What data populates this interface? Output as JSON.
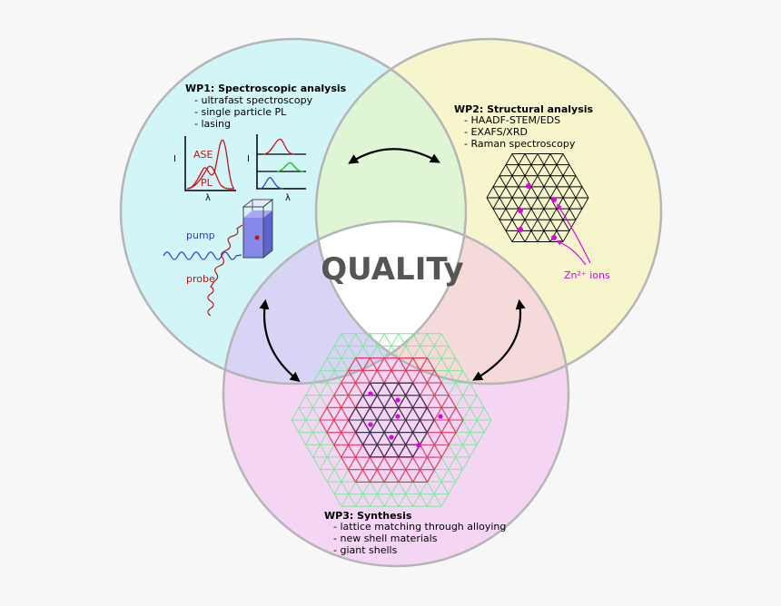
{
  "center": {
    "label": "QUALITy"
  },
  "wp1": {
    "title": "WP1: Spectroscopic analysis",
    "items": [
      "- ultrafast spectroscopy",
      "- single particle PL",
      "- lasing"
    ],
    "graph": {
      "ylabel": "I",
      "xlabel": "λ",
      "ase": "ASE",
      "pl": "PL"
    },
    "graph2": {
      "ylabel": "I",
      "xlabel": "λ"
    },
    "pump": "pump",
    "probe": "probe"
  },
  "wp2": {
    "title": "WP2: Structural analysis",
    "items": [
      "- HAADF-STEM/EDS",
      "- EXAFS/XRD",
      "- Raman spectroscopy"
    ],
    "annotation": "Zn²⁺ ions"
  },
  "wp3": {
    "title": "WP3: Synthesis",
    "items": [
      "- lattice matching through alloying",
      "- new shell materials",
      "- giant shells"
    ]
  },
  "colors": {
    "wp1": "#d2f5f7",
    "wp2": "#f7f5cc",
    "wp3": "#f4d6f4",
    "wp1_wp2": "#dff5d3",
    "wp1_wp3": "#d8d4f6",
    "wp2_wp3": "#f6dada",
    "center": "#ffffff",
    "magenta": "#e000e0",
    "outer_lattice": "#7de89a",
    "mid_lattice": "#ee3366",
    "inner_lattice": "#333355"
  }
}
